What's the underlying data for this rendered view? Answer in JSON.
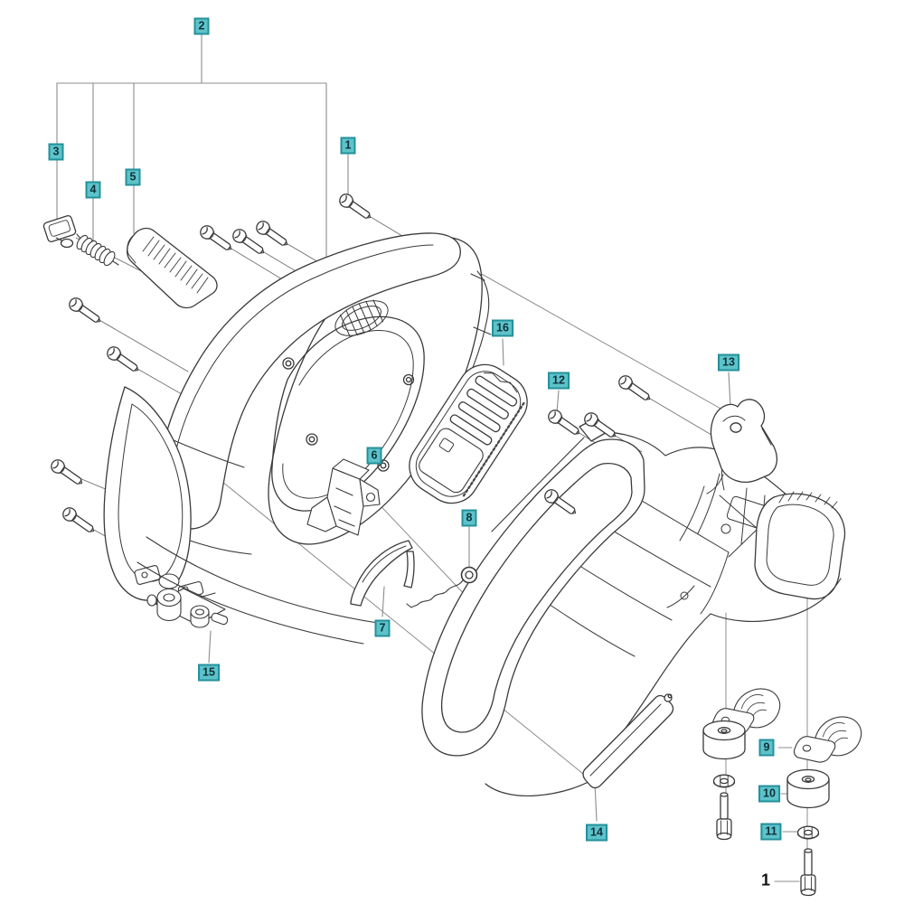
{
  "diagram": {
    "type": "exploded-parts-diagram",
    "background_color": "#ffffff",
    "line_color": "#3a3a3a",
    "leader_color": "#8c8c8c",
    "callout_style": {
      "bg": "#5cc3c9",
      "border": "#23909b",
      "text_color": "#0f303b"
    },
    "callouts": [
      {
        "id": "1",
        "text": "1"
      },
      {
        "id": "2",
        "text": "2"
      },
      {
        "id": "3",
        "text": "3"
      },
      {
        "id": "4",
        "text": "4"
      },
      {
        "id": "5",
        "text": "5"
      },
      {
        "id": "6",
        "text": "6"
      },
      {
        "id": "7",
        "text": "7"
      },
      {
        "id": "8",
        "text": "8"
      },
      {
        "id": "9",
        "text": "9"
      },
      {
        "id": "10",
        "text": "10"
      },
      {
        "id": "11",
        "text": "11"
      },
      {
        "id": "12",
        "text": "12"
      },
      {
        "id": "13",
        "text": "13"
      },
      {
        "id": "14",
        "text": "14"
      },
      {
        "id": "15",
        "text": "15"
      },
      {
        "id": "16",
        "text": "16"
      }
    ],
    "bottom_label": {
      "text": "1"
    }
  }
}
